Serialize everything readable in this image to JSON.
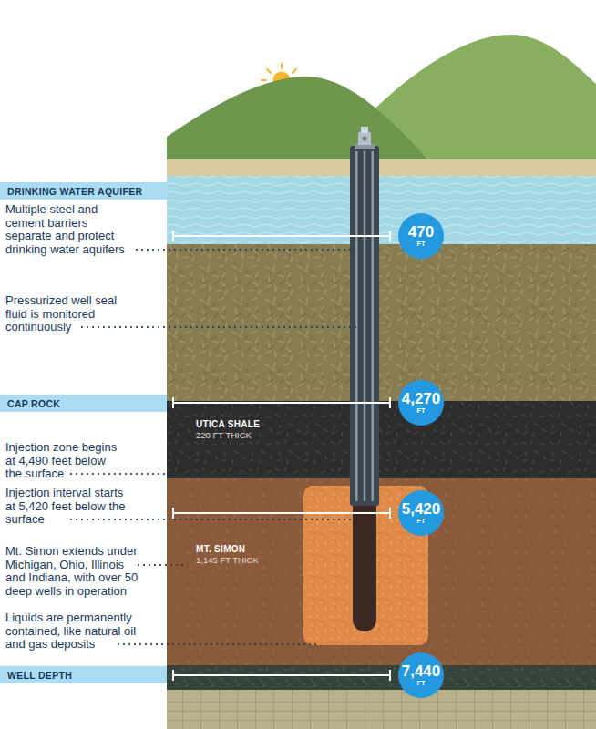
{
  "diagram": {
    "nodes": [
      {
        "text": [
          "DRINKING WATER AQUIFER"
        ]
      },
      {
        "text": [
          "470",
          "FT"
        ]
      },
      {
        "text": [
          "CAP ROCK"
        ]
      },
      {
        "text": [
          "4,270",
          "FT"
        ]
      },
      {
        "text": [
          "UTICA SHALE",
          "220 FT THICK"
        ]
      },
      {
        "text": [
          "5,420",
          "FT"
        ]
      },
      {
        "text": [
          "MT. SIMON",
          "1,145 FT THICK"
        ]
      },
      {
        "text": [
          "WELL DEPTH"
        ]
      },
      {
        "text": [
          "7,440",
          "FT"
        ]
      }
    ],
    "labels": [
      "Multiple steel and cement barriers separate and protect drinking water aquifers",
      "Pressurized well seal fluid is monitored continuously",
      "Injection zone begins at 4,490 feet below the surface",
      "Injection interval starts at 5,420 feet below the surface",
      "Mt. Simon extends under Michigan, Ohio, Illinois and Indiana, with over 50 deep wells in operation",
      "Liquids are permanently contained, like natural oil and gas deposits"
    ]
  }
}
